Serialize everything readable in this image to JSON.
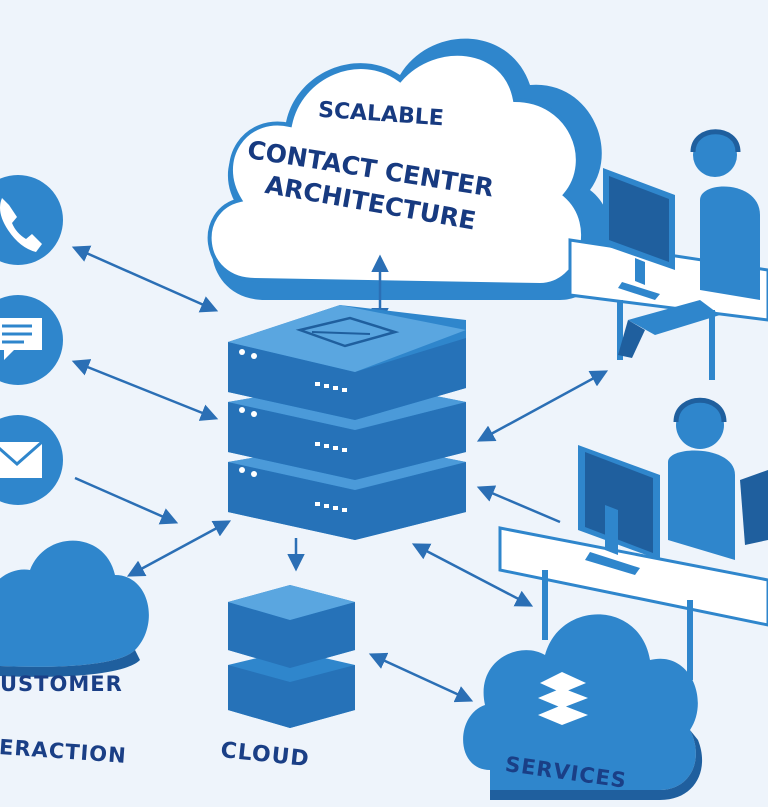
{
  "title": {
    "line1": "SCALABLE",
    "line2": "CONTACT CENTER",
    "line3": "ARCHITECTURE"
  },
  "labels": {
    "customer_line1": "USTOMER",
    "customer_line2": "ERACTION",
    "cloud": "CLOUD",
    "services": "SERVICES"
  },
  "colors": {
    "background": "#eef4fb",
    "primary_blue": "#2f86cc",
    "dark_blue": "#1f5f9e",
    "light_blue": "#5aa6e0",
    "text": "#1a3f86"
  },
  "icons": [
    "phone-icon",
    "chat-icon",
    "email-icon",
    "headset-agent-icon",
    "monitor-icon",
    "server-stack-icon",
    "cloud-icon",
    "layers-icon"
  ]
}
